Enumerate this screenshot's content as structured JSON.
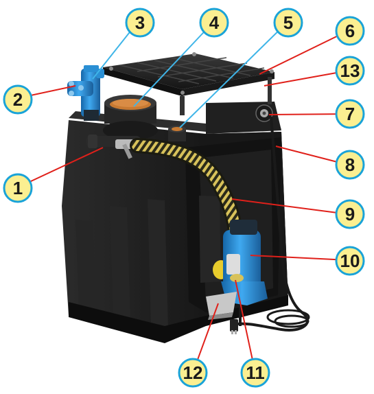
{
  "diagram": {
    "callouts": [
      {
        "id": "1",
        "label": "1"
      },
      {
        "id": "2",
        "label": "2"
      },
      {
        "id": "3",
        "label": "3"
      },
      {
        "id": "4",
        "label": "4"
      },
      {
        "id": "5",
        "label": "5"
      },
      {
        "id": "6",
        "label": "6"
      },
      {
        "id": "7",
        "label": "7"
      },
      {
        "id": "8",
        "label": "8"
      },
      {
        "id": "9",
        "label": "9"
      },
      {
        "id": "10",
        "label": "10"
      },
      {
        "id": "11",
        "label": "11"
      },
      {
        "id": "12",
        "label": "12"
      },
      {
        "id": "13",
        "label": "13"
      }
    ]
  },
  "colors": {
    "tank_body": "#1e1e1e",
    "tank_shade": "#101010",
    "callout_fill": "#fbef91",
    "callout_stroke": "#1aa3d8",
    "red_leader": "#e0201a",
    "blue_leader": "#3fb5e8",
    "pump_blue": "#2a8fd4",
    "hose_yellow": "#c8b44a",
    "filter_orange": "#c87a32"
  }
}
